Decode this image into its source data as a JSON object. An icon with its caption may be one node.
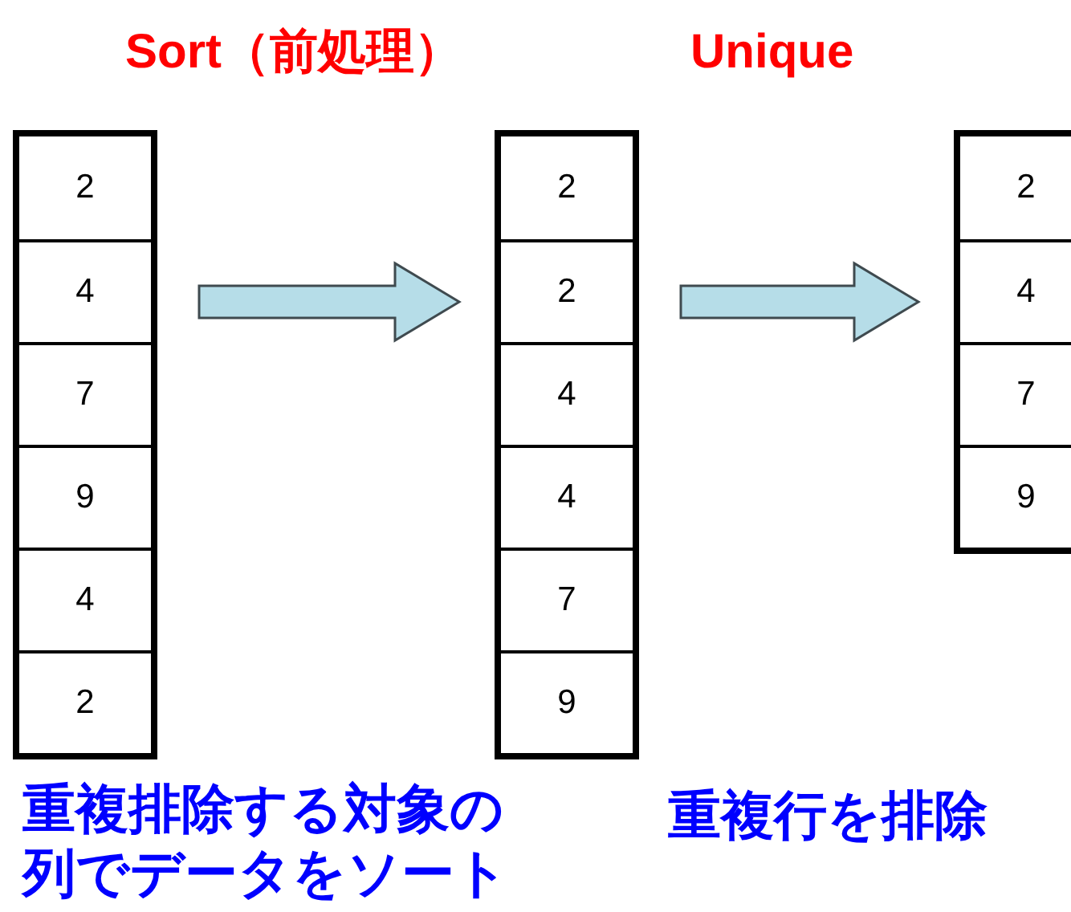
{
  "diagram": {
    "nodes": [
      {
        "text": [],
        "shape": "box"
      },
      {
        "text": [
          "2"
        ],
        "in": 0
      },
      {
        "text": [
          "4"
        ],
        "in": 0
      },
      {
        "text": [
          "7"
        ],
        "in": 0
      },
      {
        "text": [
          "9"
        ],
        "in": 0
      },
      {
        "text": [
          "4"
        ],
        "in": 0
      },
      {
        "text": [
          "2"
        ],
        "in": 0
      },
      {
        "text": [],
        "shape": "box"
      },
      {
        "text": [
          "2"
        ],
        "in": 7
      },
      {
        "text": [
          "2"
        ],
        "in": 7
      },
      {
        "text": [
          "4"
        ],
        "in": 7
      },
      {
        "text": [
          "4"
        ],
        "in": 7
      },
      {
        "text": [
          "7"
        ],
        "in": 7
      },
      {
        "text": [
          "9"
        ],
        "in": 7
      },
      {
        "text": [],
        "shape": "box"
      },
      {
        "text": [
          "2"
        ],
        "in": 14
      },
      {
        "text": [
          "4"
        ],
        "in": 14
      },
      {
        "text": [
          "7"
        ],
        "in": 14
      },
      {
        "text": [
          "9"
        ],
        "in": 14
      }
    ],
    "edges": [
      {
        "from": 0,
        "to": 7,
        "arrow": "to",
        "label": "Sort（前処理）"
      },
      {
        "from": 7,
        "to": 14,
        "arrow": "to",
        "label": "Unique"
      }
    ],
    "labels": [
      "重複排除する対象の列でデータをソート",
      "重複行を排除"
    ]
  }
}
